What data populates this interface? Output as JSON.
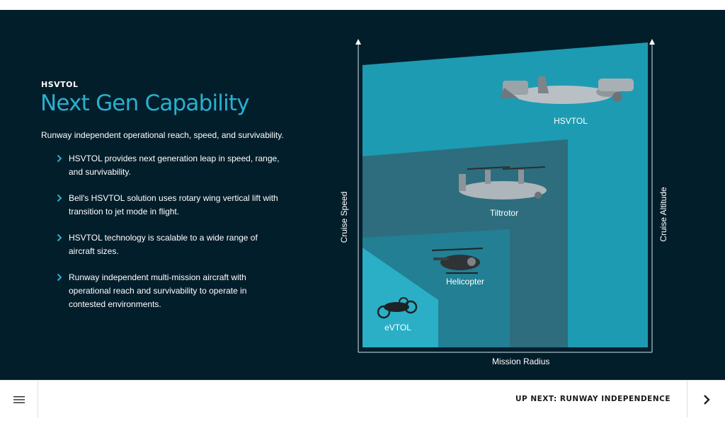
{
  "slide": {
    "eyebrow": "HSVTOL",
    "headline": "Next Gen Capability",
    "intro": "Runway independent operational reach, speed, and survivability.",
    "bullets": [
      "HSVTOL provides next generation leap in speed, range, and survivability.",
      "Bell's HSVTOL solution uses rotary wing vertical lift with transition to jet mode in flight.",
      "HSVTOL technology is scalable to a wide range of aircraft sizes.",
      "Runway independent multi-mission aircraft with operational reach and survivability to operate in contested environments."
    ]
  },
  "diagram": {
    "regions": [
      "HSVTOL",
      "Tiltrotor",
      "Helicopter",
      "eVTOL"
    ],
    "axis_left": "Cruise Speed",
    "axis_right": "Cruise Altitude",
    "axis_bottom": "Mission Radius",
    "icons": [
      "hsvtol-aircraft-icon",
      "tiltrotor-aircraft-icon",
      "helicopter-aircraft-icon",
      "evtol-aircraft-icon"
    ]
  },
  "footer": {
    "up_next": "UP NEXT: RUNWAY INDEPENDENCE"
  },
  "colors": {
    "background": "#031e2b",
    "accent": "#29b0cf",
    "region_hsvtol": "#1d9bb2",
    "region_tiltrotor": "#2d6d7e",
    "region_helicopter": "#227f94",
    "region_evtol": "#2aafc6"
  }
}
